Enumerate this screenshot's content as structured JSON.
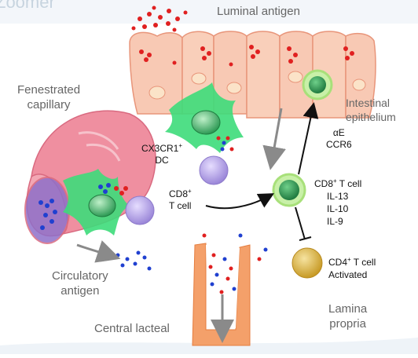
{
  "header_fragment": "Zoomer",
  "labels": {
    "luminal_antigen": "Luminal antigen",
    "fenestrated_capillary_line1": "Fenestrated",
    "fenestrated_capillary_line2": "capillary",
    "intestinal_epithelium_line1": "Intestinal",
    "intestinal_epithelium_line2": "epithelium",
    "dc_line1": "CX3CR1",
    "dc_line1_sup": "+",
    "dc_line2": "DC",
    "cd8_left_line1": "CD8",
    "cd8_left_sup": "+",
    "cd8_left_line2": "T cell",
    "alpha_e": "αE",
    "ccr6": "CCR6",
    "cd8_right_line1_a": "CD8",
    "cd8_right_sup": "+",
    "cd8_right_line1_b": " T cell",
    "il13": "IL-13",
    "il10": "IL-10",
    "il9": "IL-9",
    "cd4_line1_a": "CD4",
    "cd4_sup": "+",
    "cd4_line1_b": " T cell",
    "cd4_line2": "Activated",
    "circulatory_antigen_line1": "Circulatory",
    "circulatory_antigen_line2": "antigen",
    "central_lacteal": "Central lacteal",
    "lamina_propria_line1": "Lamina",
    "lamina_propria_line2": "propria"
  },
  "colors": {
    "epithelium_fill": "#f8c9b4",
    "epithelium_stroke": "#e8957a",
    "capillary_fill": "#ef8fa0",
    "dc_green": "#3ddc7a",
    "cd8_ring": "#a8e07a",
    "cd8_core": "#2e9a55",
    "dc_cell_purple": "#b7a6e8",
    "cd4_gold": "#d9b040",
    "lacteal_orange": "#f4a06a",
    "antigen_red": "#e02020",
    "antigen_blue": "#2040d0",
    "arrow_gray": "#8a8a8a",
    "arrow_black": "#111111"
  }
}
